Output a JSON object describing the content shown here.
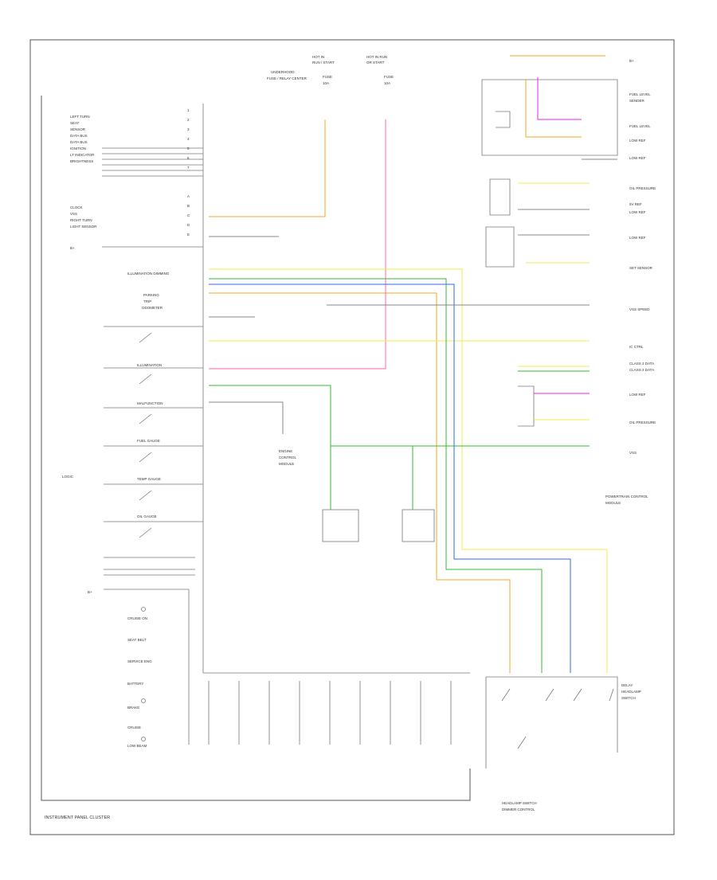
{
  "diagram": {
    "footer_left": "INSTRUMENT PANEL CLUSTER",
    "corner_id": "",
    "switch_labels": [
      "ILLUMINATION",
      "MALFUNCTION",
      "FUEL GAUGE",
      "TEMP GAUGE",
      "OIL GAUGE"
    ],
    "wire_colors": {
      "orange": "#f5a623",
      "pink": "#ff66aa",
      "magenta": "#ee22ee",
      "yellow": "#f2ee44",
      "green": "#33bb33",
      "blue": "#3366ee",
      "gray": "#666666"
    }
  }
}
